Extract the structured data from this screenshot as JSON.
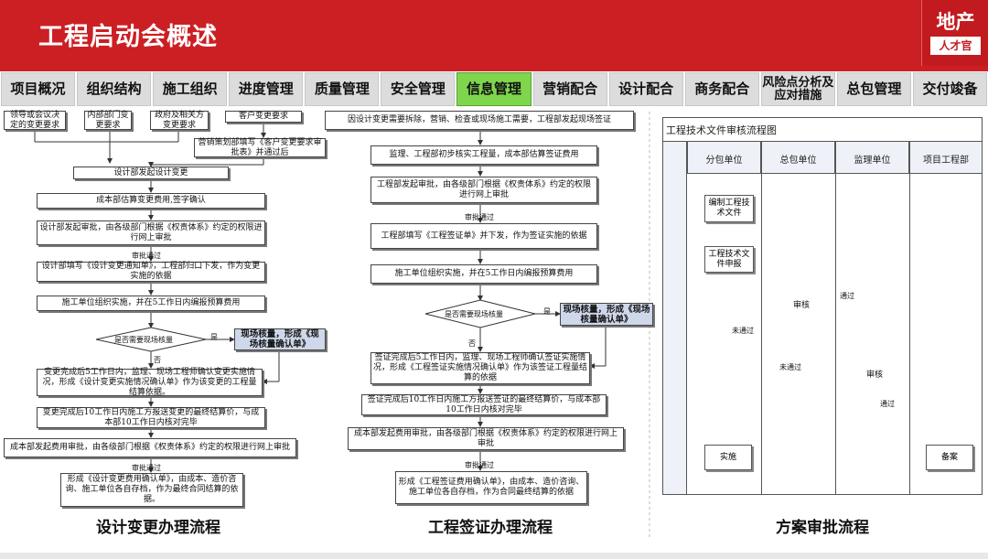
{
  "header": {
    "title": "工程启动会概述",
    "logo_main": "地产",
    "logo_sub": "人才官"
  },
  "tabs": [
    {
      "label": "项目概况",
      "active": false
    },
    {
      "label": "组织结构",
      "active": false
    },
    {
      "label": "施工组织",
      "active": false
    },
    {
      "label": "进度管理",
      "active": false
    },
    {
      "label": "质量管理",
      "active": false
    },
    {
      "label": "安全管理",
      "active": false
    },
    {
      "label": "信息管理",
      "active": true
    },
    {
      "label": "营销配合",
      "active": false
    },
    {
      "label": "设计配合",
      "active": false
    },
    {
      "label": "商务配合",
      "active": false
    },
    {
      "label": "风险点分析及应对措施",
      "active": false
    },
    {
      "label": "总包管理",
      "active": false
    },
    {
      "label": "交付竣备",
      "active": false
    }
  ],
  "flow1": {
    "caption": "设计变更办理流程",
    "src1": "领导或会议决定的变更要求",
    "src2": "内部部门变更要求",
    "src3": "政府及相关方变更要求",
    "src4": "客户变更要求",
    "marketing": "营销策划部填写《客户变更要求审批表》并通过后",
    "s1": "设计部发起设计变更",
    "s2": "成本部估算变更费用,签字确认",
    "s3": "设计部发起审批，由各级部门根据《权责体系》约定的权限进行网上审批",
    "pass1": "审批通过",
    "s4": "设计部填写《设计变更通知单》，工程部归口下发，作为变更实施的依据",
    "s5": "施工单位组织实施，并在5工作日内编报预算费用",
    "decision": "是否需要现场核量",
    "yes": "是",
    "no": "否",
    "side": "现场核量，形成《现场核量确认单》",
    "s6": "变更完成后5工作日内，监理、现场工程师确认变更实施情况，形成《设计变更实施情况确认单》作为该变更的工程量结算依据。",
    "s7": "变更完成后10工作日内施工方报送变更的最终结算价，与成本部10工作日内核对完毕",
    "s8": "成本部发起费用审批，由各级部门根据《权责体系》约定的权限进行网上审批",
    "pass2": "审批通过",
    "s9": "形成《设计变更费用确认单》，由成本、造价咨询、施工单位各自存档，作为最终合同结算的依据。"
  },
  "flow2": {
    "caption": "工程签证办理流程",
    "s0": "因设计变更需要拆除，营销、检查或现场施工需要，工程部发起现场签证",
    "s1": "监理、工程部初步核实工程量，成本部估算签证费用",
    "s2": "工程部发起审批，由各级部门根据《权责体系》约定的权限进行网上审批",
    "pass1": "审批通过",
    "s3": "工程部填写《工程签证单》并下发，作为签证实施的依据",
    "s4": "施工单位组织实施，并在5工作日内编报预算费用",
    "decision": "是否需要现场核量",
    "yes": "是",
    "no": "否",
    "side": "现场核量，形成《现场核量确认单》",
    "s5": "签证完成后5工作日内，监理、现场工程师确认签证实施情况，形成《工程签证实施情况确认单》作为该签证工程量结算的依据",
    "s6": "签证完成后10工作日内施工方报送签证的最终结算价，与成本部10工作日内核对完毕",
    "s7": "成本部发起费用审批，由各级部门根据《权责体系》约定的权限进行网上审批",
    "pass2": "审批通过",
    "s8": "形成《工程签证费用确认单》，由成本、造价咨询、施工单位各自存档，作为合同最终结算的依据"
  },
  "flow3": {
    "caption": "方案审批流程",
    "title": "工程技术文件审核流程图",
    "lanes": [
      "分包单位",
      "总包单位",
      "监理单位",
      "项目工程部"
    ],
    "b1": "编制工程技术文件",
    "b2": "工程技术文件申报",
    "d1": "审核",
    "d2": "审核",
    "pass": "通过",
    "fail": "未通过",
    "pass2": "通过",
    "fail2": "未通过",
    "impl": "实施",
    "record": "备案"
  }
}
